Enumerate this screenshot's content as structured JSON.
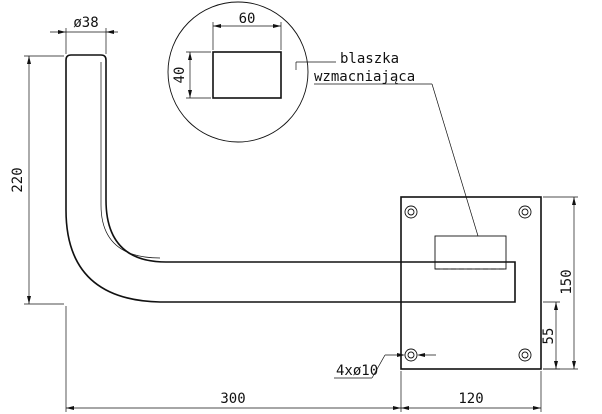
{
  "drawing": {
    "labels": {
      "tube_diameter": "ø38",
      "plate_detail_width": "60",
      "plate_detail_height": "40",
      "callout_line1": "blaszka",
      "callout_line2": "wzmacniająca",
      "height_total": "220",
      "plate_height": "150",
      "hole_offset": "55",
      "holes_spec": "4xø10",
      "arm_length": "300",
      "plate_width": "120"
    }
  }
}
